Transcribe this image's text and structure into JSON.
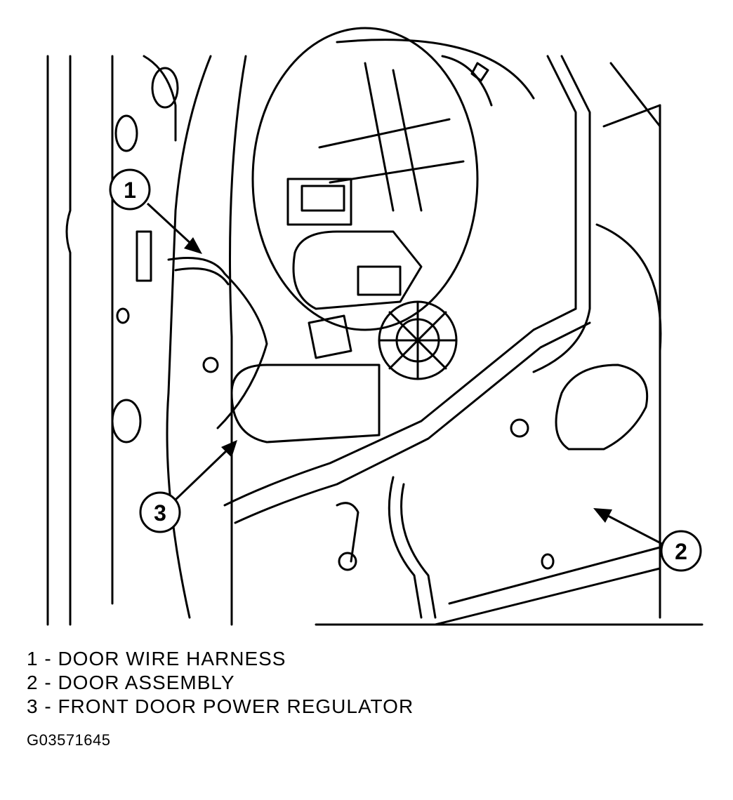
{
  "callouts": [
    {
      "number": "1",
      "label": "DOOR WIRE HARNESS"
    },
    {
      "number": "2",
      "label": "DOOR ASSEMBLY"
    },
    {
      "number": "3",
      "label": "FRONT DOOR POWER REGULATOR"
    }
  ],
  "legend": [
    "1 - DOOR WIRE HARNESS",
    "2 - DOOR ASSEMBLY",
    "3 - FRONT DOOR POWER REGULATOR"
  ],
  "figure_id": "G03571645"
}
